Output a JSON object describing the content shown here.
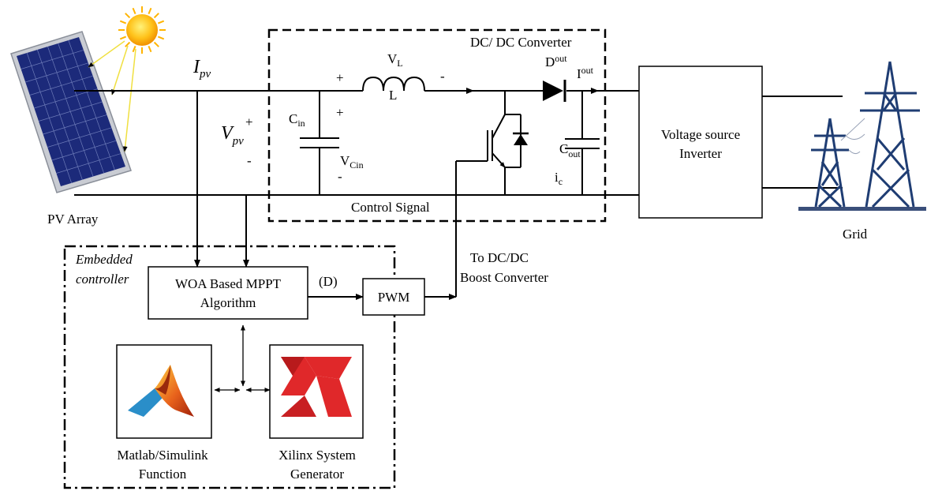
{
  "labels": {
    "i_pv": "I",
    "i_pv_sub": "pv",
    "v_pv": "V",
    "v_pv_sub": "pv",
    "plus": "+",
    "minus": "-",
    "dc_dc": "DC/ DC Converter",
    "v_l": "V",
    "v_l_sub": "L",
    "l": "L",
    "d_out": "D",
    "d_out_sub": "out",
    "i_out": "I",
    "i_out_sub": "out",
    "c_in": "C",
    "c_in_sub": "in",
    "v_cin": "V",
    "v_cin_sub": "Cin",
    "c_out": "C",
    "c_out_sub": "out",
    "i_c": "i",
    "i_c_sub": "c",
    "control_signal": "Control Signal",
    "pv_array": "PV Array",
    "embedded_1": "Embedded",
    "embedded_2": "controller",
    "woa_1": "WOA Based MPPT",
    "woa_2": "Algorithm",
    "d": "(D)",
    "pwm": "PWM",
    "to_dcdc_1": "To DC/DC",
    "to_dcdc_2": "Boost Converter",
    "vsi_1": "Voltage source",
    "vsi_2": "Inverter",
    "grid": "Grid",
    "matlab_1": "Matlab/Simulink",
    "matlab_2": "Function",
    "xilinx_1": "Xilinx System",
    "xilinx_2": "Generator"
  },
  "colors": {
    "line": "#000000",
    "panel_frame": "#c9ccd3",
    "panel_cell": "#1c2a7a",
    "sun": "#ffb400",
    "sun_ray": "#f0e040",
    "tower": "#1f3d73",
    "xilinx": "#e0282a",
    "matlab_orange": "#e8621c",
    "matlab_blue": "#2a8ec9"
  }
}
